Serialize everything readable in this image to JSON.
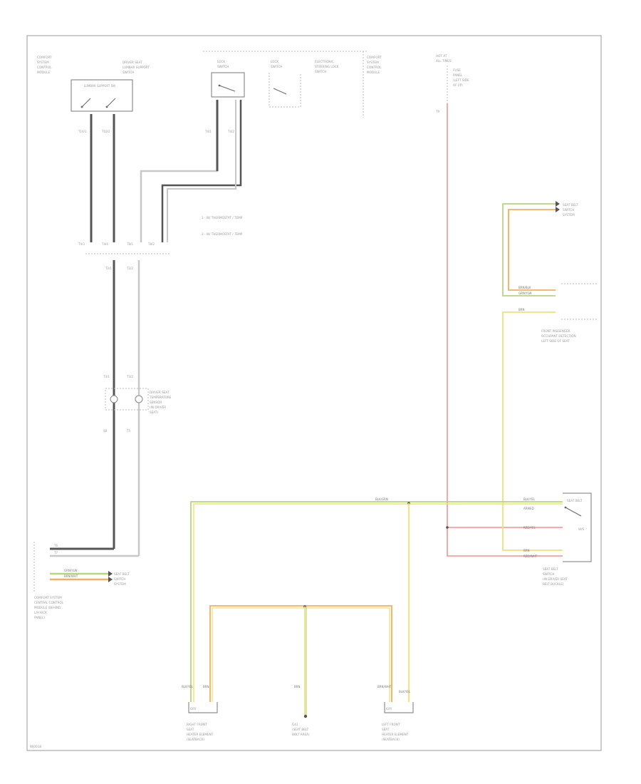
{
  "colors": {
    "frame": "#999999",
    "wire_dark": "#555555",
    "wire_gray": "#c8c8c8",
    "wire_red": "#f4a0a0",
    "wire_yellow": "#f0e07a",
    "wire_green": "#b8d480",
    "wire_orange": "#f0b060"
  },
  "page": {
    "code": "WJ0018"
  },
  "components": {
    "comfort_top_left": {
      "line1": "COMFORT",
      "line2": "SYSTEM",
      "line3": "CONTROL",
      "line4": "MODULE"
    },
    "seat_switch": {
      "line1": "DRIVER SEAT",
      "line2": "LUMBAR SUPPORT",
      "line3": "SWITCH",
      "box_label": "LUMBAR SUPPORT SW"
    },
    "door_lock_sw_a": {
      "line1": "LOCK",
      "line2": "SWITCH"
    },
    "door_lock_sw_b": {
      "line1": "LOCK",
      "line2": "SWITCH"
    },
    "key_switch_module": {
      "line1": "ELECTRONIC",
      "line2": "STEERING LOCK",
      "line3": "SWITCH"
    },
    "comfort_right": {
      "line1": "COMFORT",
      "line2": "SYSTEM",
      "line3": "CONTROL",
      "line4": "MODULE"
    },
    "fuse_label": {
      "line1": "HOT AT",
      "line2": "ALL TIMES"
    },
    "fuse_detail": {
      "line1": "FUSE",
      "line2": "PANEL",
      "line3": "(LEFT SIDE",
      "line4": "OF I/P)"
    },
    "right_top_conn": {
      "line1": "SEAT BELT",
      "line2": "SWITCH",
      "line3": "SYSTEM"
    },
    "passenger_module": {
      "line1": "FRONT PASSENGER",
      "line2": "OCCUPANT DETECTION",
      "line3": "LEFT SIDE OF SEAT"
    },
    "buckle_switch": {
      "line1": "SEAT BELT",
      "line2": "SWITCH",
      "line3": "(IN DRIVER SEAT",
      "line4": "BELT BUCKLE)"
    },
    "buckle_box": {
      "line1": "SEAT BELT",
      "line2": "ARMED",
      "line3": "W/S"
    },
    "left_bottom_module": {
      "line1": "COMFORT SYSTEM",
      "line2": "CENTRAL CONTROL",
      "line3": "MODULE (BEHIND",
      "line4": "L/H KICK",
      "line5": "PANEL)"
    },
    "left_bottom_conn": {
      "line1": "SEAT BELT",
      "line2": "SWITCH",
      "line3": "SYSTEM"
    },
    "heater_element": {
      "line1": "DRIVER SEAT",
      "line2": "TEMPERATURE",
      "line3": "SENSOR",
      "line4": "(IN DRIVER",
      "line5": "SEAT)"
    },
    "bottom_left_switch": {
      "line1": "RIGHT FRONT",
      "line2": "SEAT",
      "line3": "HEATER ELEMENT",
      "line4": "(SEATBACK)"
    },
    "bottom_center_ground": {
      "line1": "G41",
      "line2": "(SEAT BELT",
      "line3": "BOLT AREA)"
    },
    "bottom_right_switch": {
      "line1": "LEFT FRONT",
      "line2": "SEAT",
      "line3": "HEATER ELEMENT",
      "line4": "(SEATBACK)"
    }
  },
  "legend": {
    "line1": "1 - W/ THERMOSTAT / TEMP",
    "line2": "2 - W/ THERMOSTAT / TEMP"
  },
  "wire_labels": {
    "blk_yel": "BLK/YEL",
    "red_yel": "RED/YEL",
    "brn": "BRN",
    "brn_wht": "BRN/WHT",
    "brn_blk": "BRN/BLK",
    "grn_ylw": "GRN/YLW",
    "red_wht": "RED/WHT",
    "blk_grn": "BLK/GRN",
    "gry": "GRY"
  },
  "pins": {
    "p1": "T10/1",
    "p2": "T10/2",
    "p3": "T4/1",
    "p4": "T4/2",
    "p5": "T4/3",
    "p6": "T4/4",
    "p7": "T8/1",
    "p8": "T8/2",
    "p9": "T2/1",
    "p10": "T2/2",
    "p11": "T3/1",
    "p12": "T3/2",
    "p13": "SB",
    "p14": "T5",
    "p15": "T6",
    "p16": "T7",
    "p17": "T9"
  }
}
